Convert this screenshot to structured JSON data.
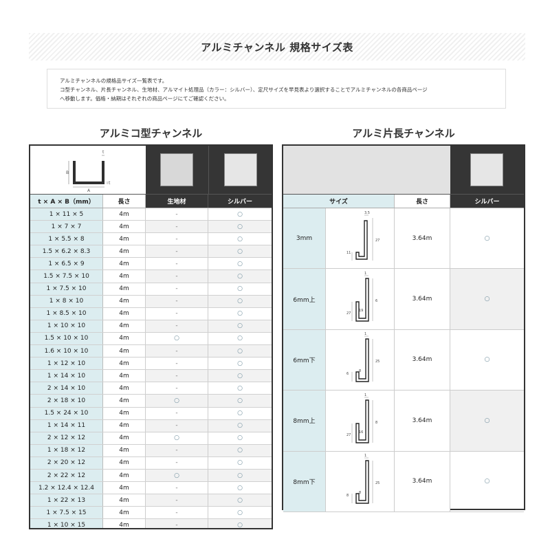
{
  "banner": {
    "title": "アルミチャンネル 規格サイズ表"
  },
  "intro": {
    "line1": "アルミチャンネルの規格品サイズ一覧表です。",
    "line2": "コ型チャンネル、片長チャンネル、生地材、アルマイト処理品（カラー：シルバー）、定尺サイズを早見表より選択することでアルミチャンネルの各商品ページ",
    "line3": "へ移動します。価格・納期はそれぞれの商品ページにてご確認ください。"
  },
  "left": {
    "title": "アルミコ型チャンネル",
    "diagram_labels": {
      "t": "t",
      "b": "B",
      "a": "A"
    },
    "headers": {
      "size": "t × A × B（mm）",
      "length": "長さ",
      "raw": "生地材",
      "silver": "シルバー"
    },
    "rows": [
      {
        "size": "1 × 11 × 5",
        "length": "4m",
        "raw": "-",
        "silver": "○"
      },
      {
        "size": "1 × 7 × 7",
        "length": "4m",
        "raw": "-",
        "silver": "○"
      },
      {
        "size": "1 × 5.5 × 8",
        "length": "4m",
        "raw": "-",
        "silver": "○"
      },
      {
        "size": "1.5 × 6.2 × 8.3",
        "length": "4m",
        "raw": "-",
        "silver": "○"
      },
      {
        "size": "1 × 6.5 × 9",
        "length": "4m",
        "raw": "-",
        "silver": "○"
      },
      {
        "size": "1.5 × 7.5 × 10",
        "length": "4m",
        "raw": "-",
        "silver": "○"
      },
      {
        "size": "1 × 7.5 × 10",
        "length": "4m",
        "raw": "-",
        "silver": "○"
      },
      {
        "size": "1 × 8 × 10",
        "length": "4m",
        "raw": "-",
        "silver": "○"
      },
      {
        "size": "1 × 8.5 × 10",
        "length": "4m",
        "raw": "-",
        "silver": "○"
      },
      {
        "size": "1 × 10 × 10",
        "length": "4m",
        "raw": "-",
        "silver": "○"
      },
      {
        "size": "1.5 × 10 × 10",
        "length": "4m",
        "raw": "○",
        "silver": "○"
      },
      {
        "size": "1.6 × 10 × 10",
        "length": "4m",
        "raw": "-",
        "silver": "○"
      },
      {
        "size": "1 × 12 × 10",
        "length": "4m",
        "raw": "-",
        "silver": "○"
      },
      {
        "size": "1 × 14 × 10",
        "length": "4m",
        "raw": "-",
        "silver": "○"
      },
      {
        "size": "2 × 14 × 10",
        "length": "4m",
        "raw": "-",
        "silver": "○"
      },
      {
        "size": "2 × 18 × 10",
        "length": "4m",
        "raw": "○",
        "silver": "○"
      },
      {
        "size": "1.5 × 24 × 10",
        "length": "4m",
        "raw": "-",
        "silver": "○"
      },
      {
        "size": "1 × 14 × 11",
        "length": "4m",
        "raw": "-",
        "silver": "○"
      },
      {
        "size": "2 × 12 × 12",
        "length": "4m",
        "raw": "○",
        "silver": "○"
      },
      {
        "size": "1 × 18 × 12",
        "length": "4m",
        "raw": "-",
        "silver": "○"
      },
      {
        "size": "2 × 20 × 12",
        "length": "4m",
        "raw": "-",
        "silver": "○"
      },
      {
        "size": "2 × 22 × 12",
        "length": "4m",
        "raw": "○",
        "silver": "○"
      },
      {
        "size": "1.2 × 12.4 × 12.4",
        "length": "4m",
        "raw": "-",
        "silver": "○"
      },
      {
        "size": "1 × 22 × 13",
        "length": "4m",
        "raw": "-",
        "silver": "○"
      },
      {
        "size": "1 × 7.5 × 15",
        "length": "4m",
        "raw": "-",
        "silver": "○"
      },
      {
        "size": "1 × 10 × 15",
        "length": "4m",
        "raw": "-",
        "silver": "○"
      }
    ]
  },
  "right": {
    "title": "アルミ片長チャンネル",
    "headers": {
      "size": "サイズ",
      "length": "長さ",
      "silver": "シルバー"
    },
    "rows": [
      {
        "name": "3mm",
        "length": "3.64m",
        "silver": "○",
        "dims": [
          "3.5",
          "27",
          "11"
        ]
      },
      {
        "name": "6mm上",
        "length": "3.64m",
        "silver": "○",
        "dims": [
          "1",
          "6",
          "27",
          "19"
        ]
      },
      {
        "name": "6mm下",
        "length": "3.64m",
        "silver": "○",
        "dims": [
          "1",
          "25",
          "6",
          "8"
        ]
      },
      {
        "name": "8mm上",
        "length": "3.64m",
        "silver": "○",
        "dims": [
          "1",
          "8",
          "27",
          "16"
        ]
      },
      {
        "name": "8mm下",
        "length": "3.64m",
        "silver": "○",
        "dims": [
          "1",
          "25",
          "8",
          "8"
        ]
      }
    ]
  }
}
